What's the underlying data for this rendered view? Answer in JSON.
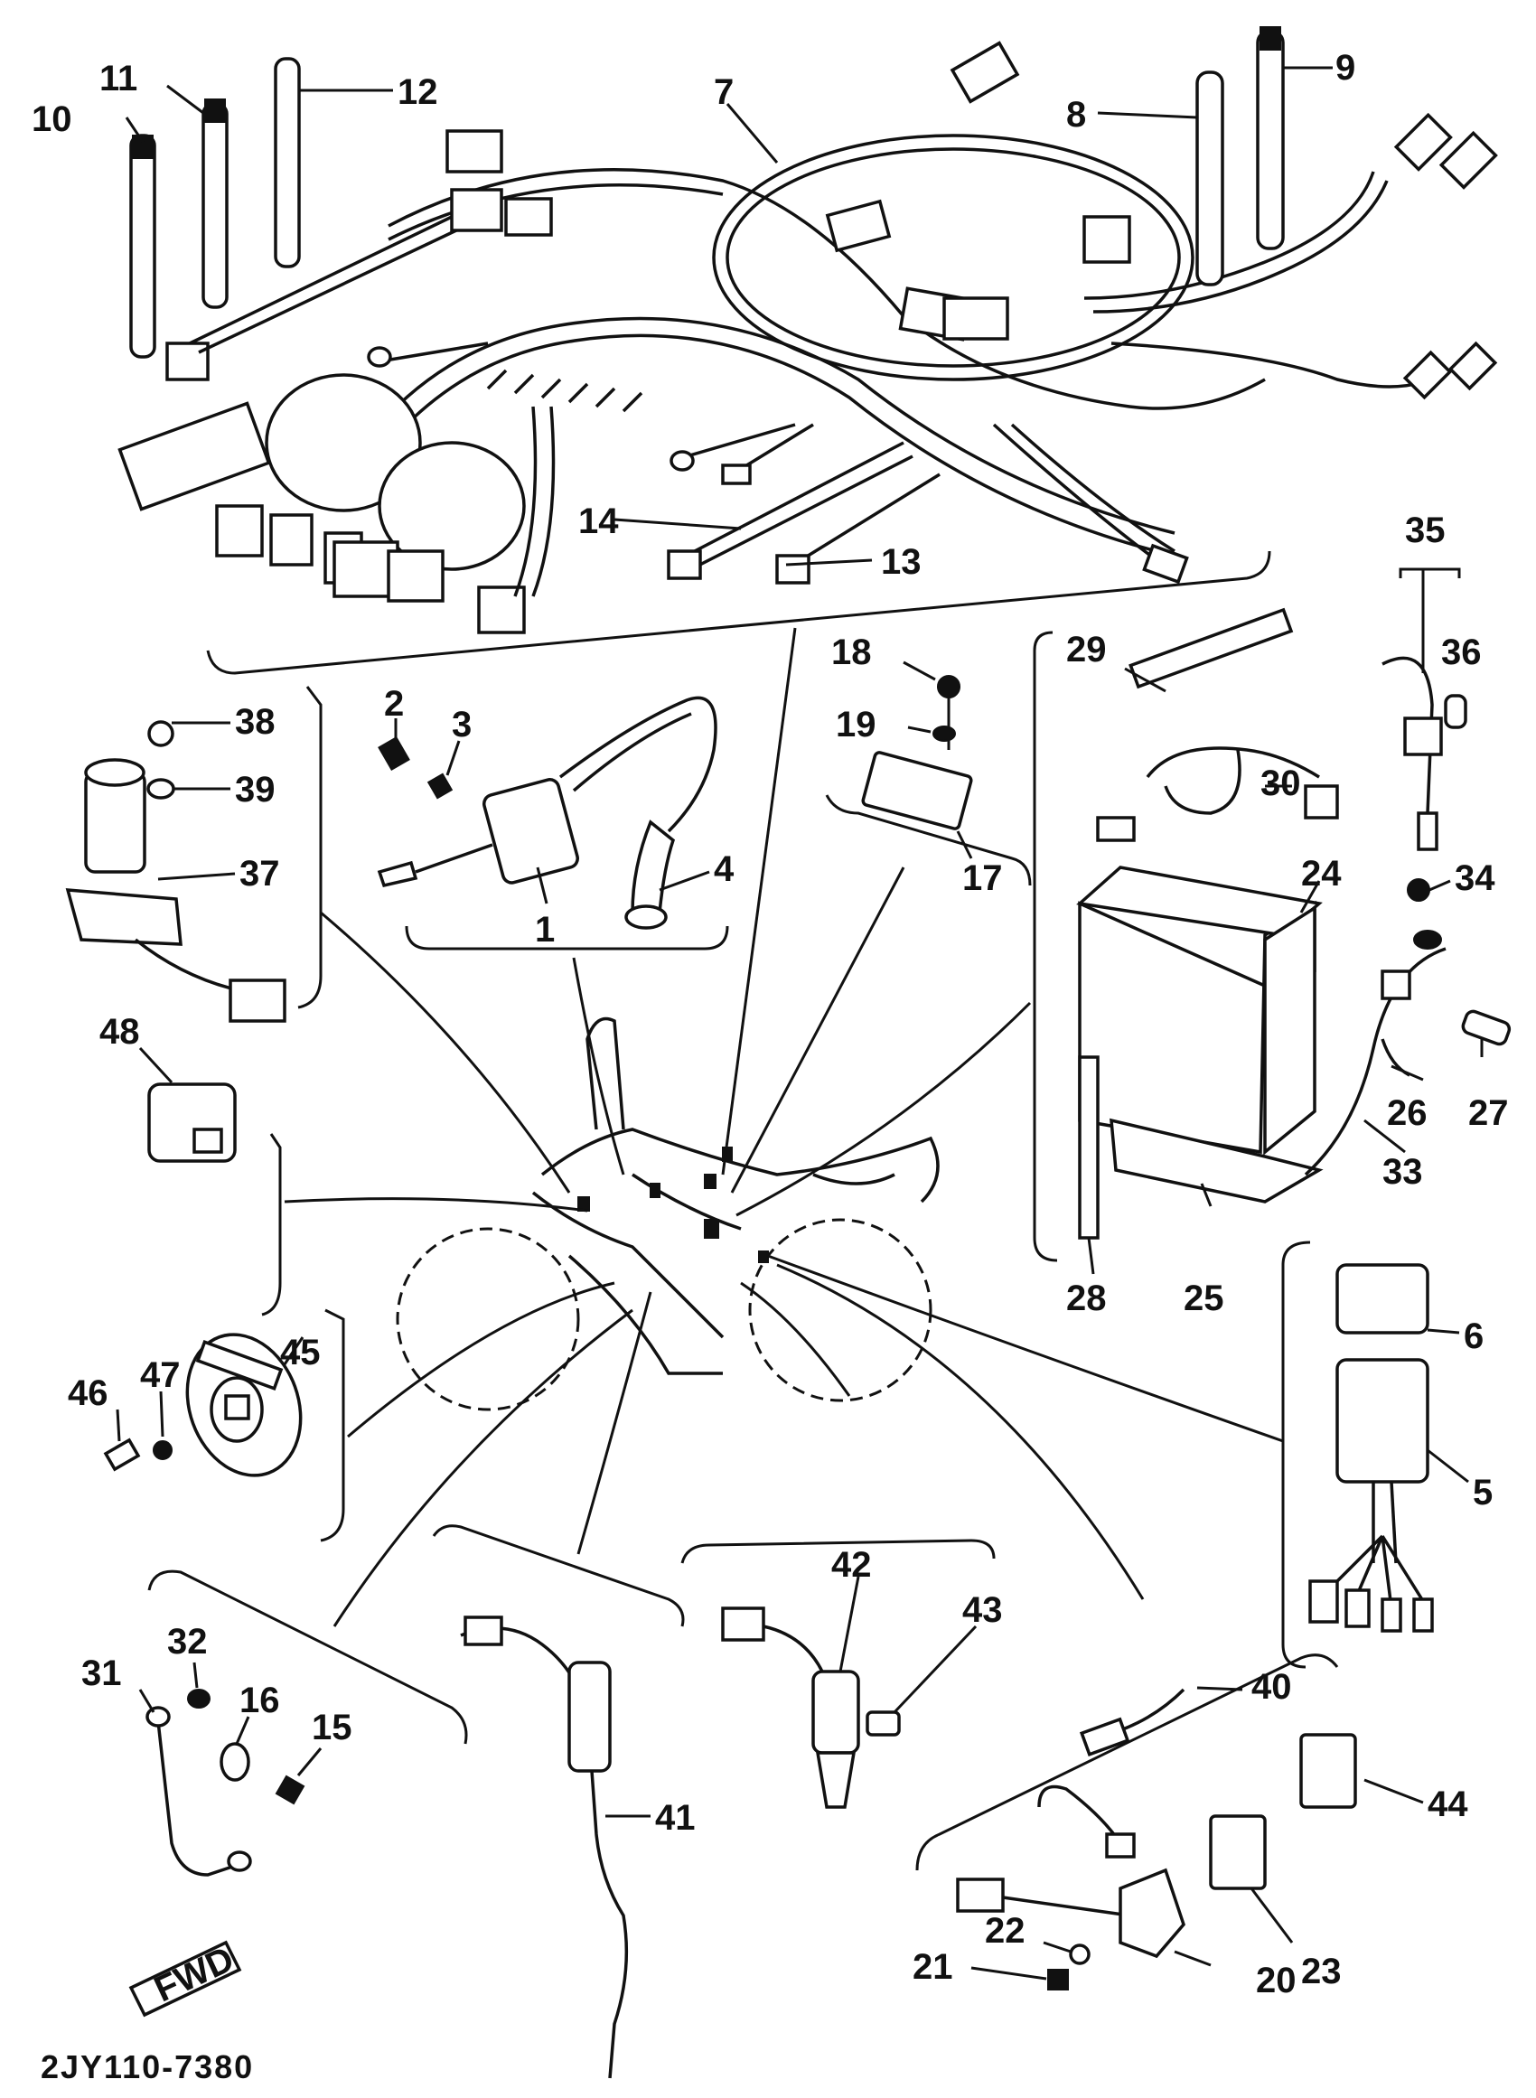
{
  "diagram_code": "2JY110-7380",
  "fwd_mark": "FWD",
  "labels": {
    "p1": "1",
    "p2": "2",
    "p3": "3",
    "p4": "4",
    "p5": "5",
    "p6": "6",
    "p7": "7",
    "p8": "8",
    "p9": "9",
    "p10": "10",
    "p11": "11",
    "p12": "12",
    "p13": "13",
    "p14": "14",
    "p15": "15",
    "p16": "16",
    "p17": "17",
    "p18": "18",
    "p19": "19",
    "p20": "20",
    "p21": "21",
    "p22": "22",
    "p23": "23",
    "p24": "24",
    "p25": "25",
    "p26": "26",
    "p27": "27",
    "p28": "28",
    "p29": "29",
    "p30": "30",
    "p31": "31",
    "p32": "32",
    "p33": "33",
    "p34": "34",
    "p35": "35",
    "p36": "36",
    "p37": "37",
    "p38": "38",
    "p39": "39",
    "p40": "40",
    "p41": "41",
    "p42": "42",
    "p43": "43",
    "p44": "44",
    "p45": "45",
    "p46": "46",
    "p47": "47",
    "p48": "48"
  }
}
